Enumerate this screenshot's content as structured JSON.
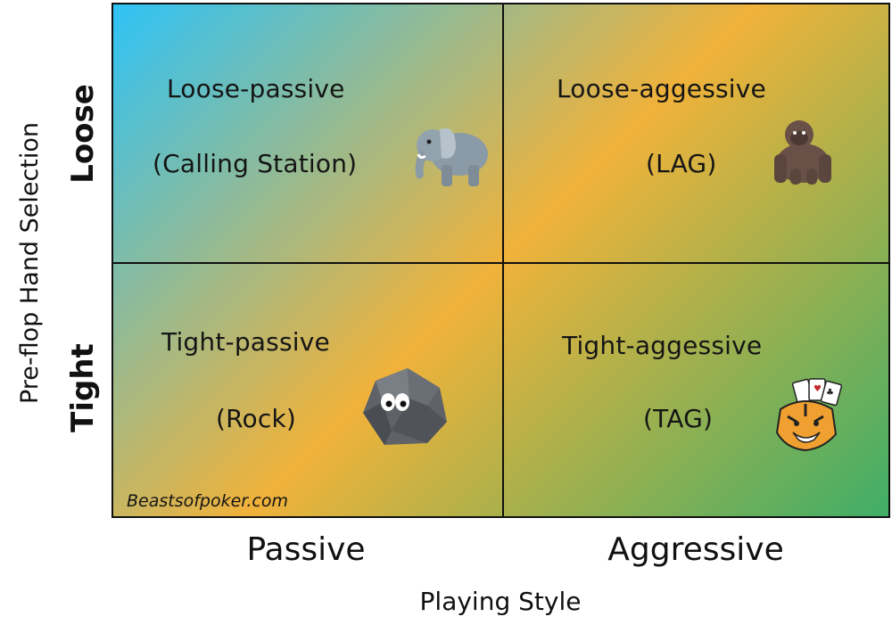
{
  "axes": {
    "y_label": "Pre-flop Hand Selection",
    "x_label": "Playing Style",
    "rows": [
      "Loose",
      "Tight"
    ],
    "columns": [
      "Passive",
      "Aggressive"
    ]
  },
  "quadrants": {
    "loose_passive": {
      "title": "Loose-passive",
      "subtitle": "(Calling Station)",
      "icon": "elephant-icon"
    },
    "loose_aggressive": {
      "title": "Loose-aggessive",
      "subtitle": "(LAG)",
      "icon": "gorilla-icon"
    },
    "tight_passive": {
      "title": "Tight-passive",
      "subtitle": "(Rock)",
      "icon": "rock-icon"
    },
    "tight_aggressive": {
      "title": "Tight-aggessive",
      "subtitle": "(TAG)",
      "icon": "tiger-cards-icon"
    }
  },
  "watermark": "Beastsofpoker.com",
  "colors": {
    "gradient_start": "#2ec3f7",
    "gradient_mid": "#f0b23a",
    "gradient_end": "#3fae67",
    "border": "#111111"
  }
}
